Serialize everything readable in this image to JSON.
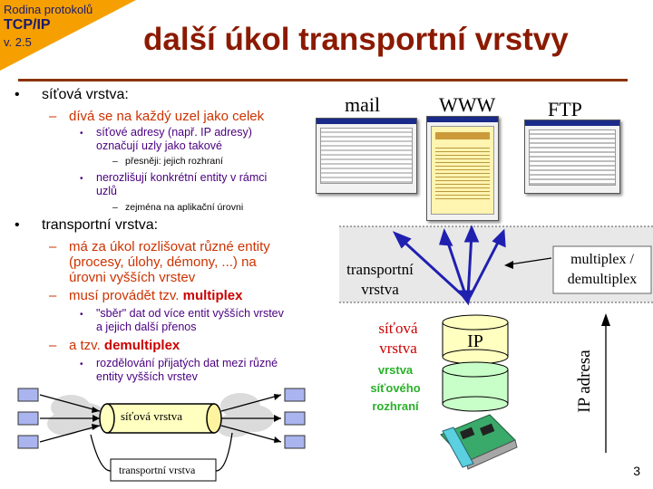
{
  "badge": {
    "line1": "Rodina protokolů",
    "line2": "TCP/IP",
    "line3": "v. 2.5"
  },
  "title": "další úkol transportní vrstvy",
  "bullets": {
    "b1": "síťová vrstva:",
    "b1_1": "dívá se na každý uzel jako celek",
    "b1_1_1a": "síťové adresy (např. IP adresy)",
    "b1_1_1b": "označují uzly jako takové",
    "b1_1_1_1": "přesněji: jejich rozhraní",
    "b1_1_2a": "nerozlišují konkrétní entity v rámci",
    "b1_1_2b": "uzlů",
    "b1_1_2_1": "zejména na aplikační úrovni",
    "b2": "transportní vrstva:",
    "b2_1a": "má za úkol rozlišovat různé entity",
    "b2_1b": "(procesy, úlohy, démony, ...) na",
    "b2_1c": "úrovni vyšších vrstev",
    "b2_2_prefix": "musí provádět tzv. ",
    "b2_2_bold": "multiplex",
    "b2_2_1a": "\"sběr\" dat od více entit vyšších vrstev",
    "b2_2_1b": "a jejich další přenos",
    "b2_3_prefix": "a tzv. ",
    "b2_3_bold": "demultiplex",
    "b2_3_1a": "rozdělování přijatých dat mezi různé",
    "b2_3_1b": "entity vyšších vrstev"
  },
  "bottom_diagram": {
    "network_label": "síťová vrstva",
    "transport_label": "transportní vrstva"
  },
  "right_diagram": {
    "app_mail": "mail",
    "app_www": "WWW",
    "app_ftp": "FTP",
    "transport_label_1": "transportní",
    "transport_label_2": "vrstva",
    "mux_label_1": "multiplex /",
    "mux_label_2": "demultiplex",
    "network_label_1": "síťová",
    "network_label_2": "vrstva",
    "ip_label": "IP",
    "iface_label_1": "vrstva",
    "iface_label_2": "síťového",
    "iface_label_3": "rozhraní",
    "ip_address_label": "IP adresa"
  },
  "page_number": "3",
  "colors": {
    "accent_orange": "#f5a000",
    "title_red": "#8b1a00",
    "item_red": "#cc3300",
    "purple": "#4a0080",
    "green": "#2ab02a",
    "blue_arrow": "#2020b0"
  }
}
